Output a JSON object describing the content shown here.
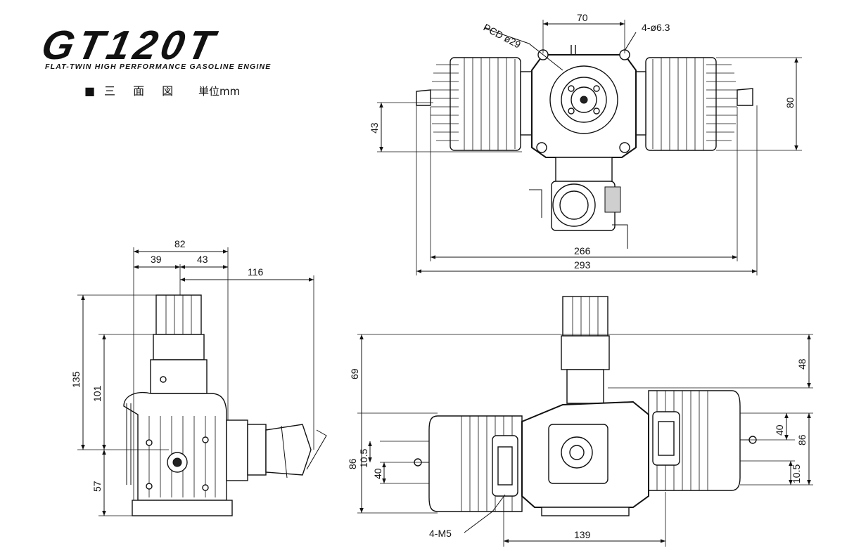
{
  "header": {
    "logo_text": "GT120T",
    "subtitle": "FLAT-TWIN HIGH PERFORMANCE GASOLINE ENGINE",
    "caption_marker": "■",
    "caption_text": "三 面 図",
    "caption_unit": "単位mm"
  },
  "top_view": {
    "dim_70": "70",
    "dim_pcd": "PCD ø29",
    "dim_holes": "4-ø6.3",
    "dim_43": "43",
    "dim_80": "80",
    "dim_266": "266",
    "dim_293": "293"
  },
  "side_view": {
    "dim_82": "82",
    "dim_39": "39",
    "dim_43": "43",
    "dim_116": "116",
    "dim_135": "135",
    "dim_101": "101",
    "dim_57": "57"
  },
  "front_view": {
    "dim_69": "69",
    "dim_48": "48",
    "dim_40_right": "40",
    "dim_86_right": "86",
    "dim_10_5_right": "10.5",
    "dim_10_5_left": "10.5",
    "dim_40_left": "40",
    "dim_86_left": "86",
    "dim_m5": "4-M5",
    "dim_139": "139"
  },
  "colors": {
    "ink": "#111111",
    "paper": "#ffffff",
    "shade": "#cfcfcf"
  }
}
